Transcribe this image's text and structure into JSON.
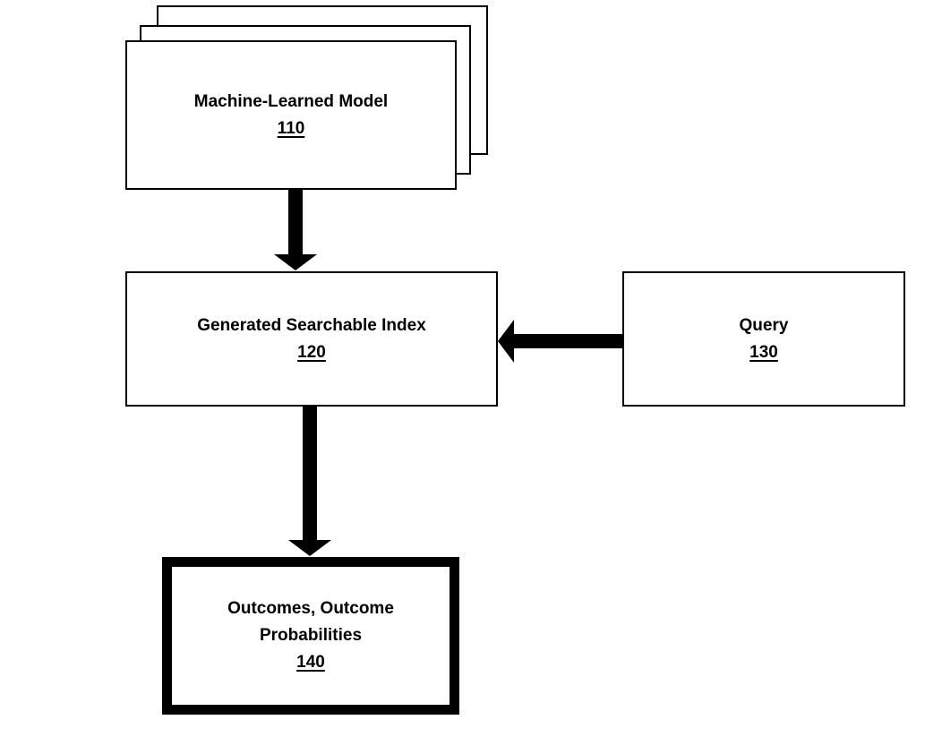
{
  "diagram": {
    "type": "block-flow-diagram",
    "colors": {
      "stroke": "#000000",
      "fill": "#ffffff",
      "background": "#ffffff",
      "text": "#000000"
    },
    "nodes": {
      "model": {
        "label": "Machine-Learned Model",
        "ref": "110",
        "shape": "stacked-rectangles"
      },
      "index": {
        "label": "Generated Searchable Index",
        "ref": "120",
        "shape": "rectangle"
      },
      "query": {
        "label": "Query",
        "ref": "130",
        "shape": "rectangle"
      },
      "outcomes": {
        "label_lines": [
          "Outcomes, Outcome",
          "Probabilities"
        ],
        "ref": "140",
        "shape": "thick-border-rectangle"
      }
    },
    "edges": [
      {
        "from": "110",
        "to": "120",
        "direction": "down",
        "description": "Machine-Learned Model feeds Generated Searchable Index"
      },
      {
        "from": "130",
        "to": "120",
        "direction": "left",
        "description": "Query feeds Generated Searchable Index"
      },
      {
        "from": "120",
        "to": "140",
        "direction": "down",
        "description": "Generated Searchable Index produces Outcomes, Outcome Probabilities"
      }
    ]
  }
}
